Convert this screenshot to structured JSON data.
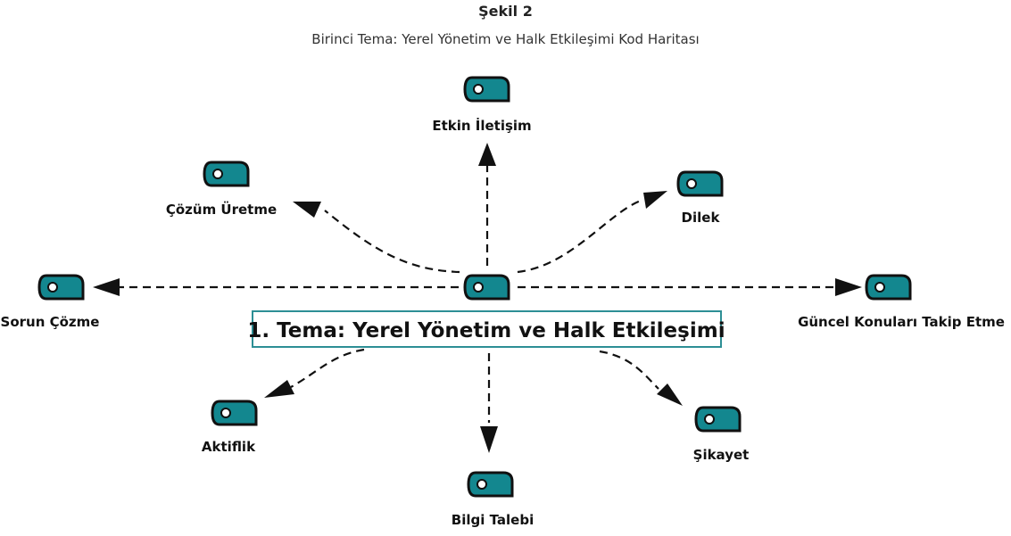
{
  "figure": {
    "label": "Şekil 2",
    "title": "Birinci Tema: Yerel Yönetim ve Halk Etkileşimi Kod Haritası"
  },
  "diagram": {
    "theme": "1. Tema: Yerel Yönetim ve Halk Etkileşimi",
    "codes": [
      {
        "id": "etkin-iletisim",
        "label": "Etkin İletişim"
      },
      {
        "id": "cozum-uretme",
        "label": "Çözüm Üretme"
      },
      {
        "id": "dilek",
        "label": "Dilek"
      },
      {
        "id": "sorun-cozme",
        "label": "Sorun Çözme"
      },
      {
        "id": "guncel-konulari-takip-etme",
        "label": "Güncel Konuları Takip Etme"
      },
      {
        "id": "aktiflik",
        "label": "Aktiflik"
      },
      {
        "id": "bilgi-talebi",
        "label": "Bilgi Talebi"
      },
      {
        "id": "sikayet",
        "label": "Şikayet"
      }
    ],
    "colors": {
      "tag_fill": "#13878f",
      "theme_border": "#2d8f95",
      "line": "#111111"
    },
    "icon": "tag-icon"
  }
}
